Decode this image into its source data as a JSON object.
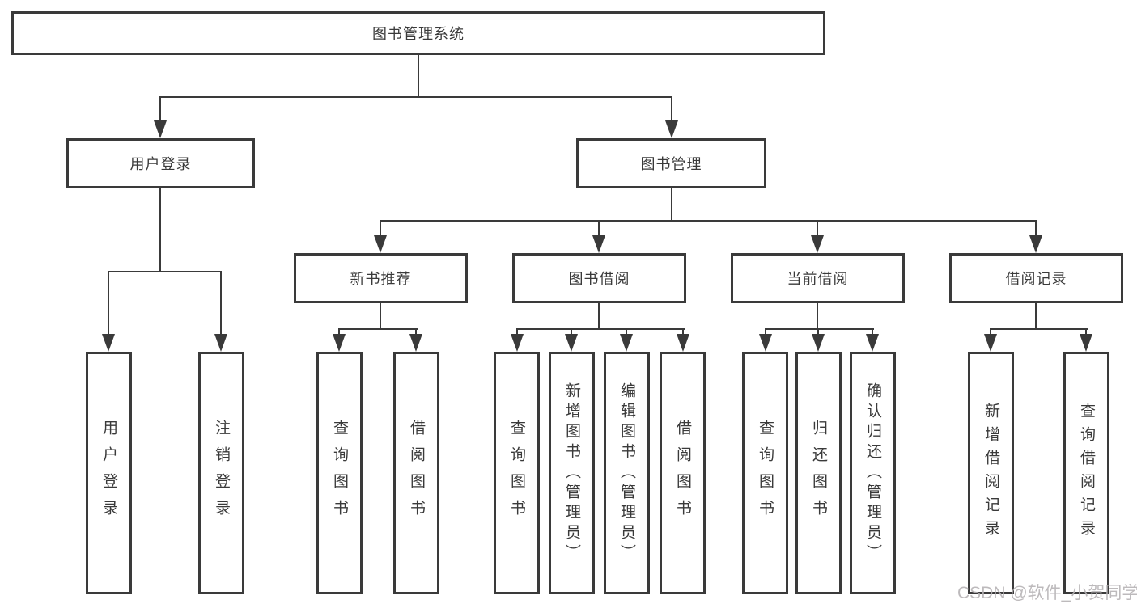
{
  "diagram": {
    "type": "hierarchy-tree",
    "tree": {
      "root": {
        "label": "图书管理系统",
        "children": [
          {
            "label": "用户登录",
            "children": [
              {
                "label": "用户登录"
              },
              {
                "label": "注销登录"
              }
            ]
          },
          {
            "label": "图书管理",
            "children": [
              {
                "label": "新书推荐",
                "children": [
                  {
                    "label": "查询图书"
                  },
                  {
                    "label": "借阅图书"
                  }
                ]
              },
              {
                "label": "图书借阅",
                "children": [
                  {
                    "label": "查询图书"
                  },
                  {
                    "label": "新增图书（管理员）"
                  },
                  {
                    "label": "编辑图书（管理员）"
                  },
                  {
                    "label": "借阅图书"
                  }
                ]
              },
              {
                "label": "当前借阅",
                "children": [
                  {
                    "label": "查询图书"
                  },
                  {
                    "label": "归还图书"
                  },
                  {
                    "label": "确认归还（管理员）"
                  }
                ]
              },
              {
                "label": "借阅记录",
                "children": [
                  {
                    "label": "新增借阅记录"
                  },
                  {
                    "label": "查询借阅记录"
                  }
                ]
              }
            ]
          }
        ]
      }
    },
    "watermark": "CSDN @软件_小贺同学",
    "colors": {
      "line": "#3a3a3a",
      "text": "#3a3a3a",
      "box_background": "#ffffff",
      "page_background": "#ffffff",
      "watermark": "#b6b2b5"
    }
  }
}
